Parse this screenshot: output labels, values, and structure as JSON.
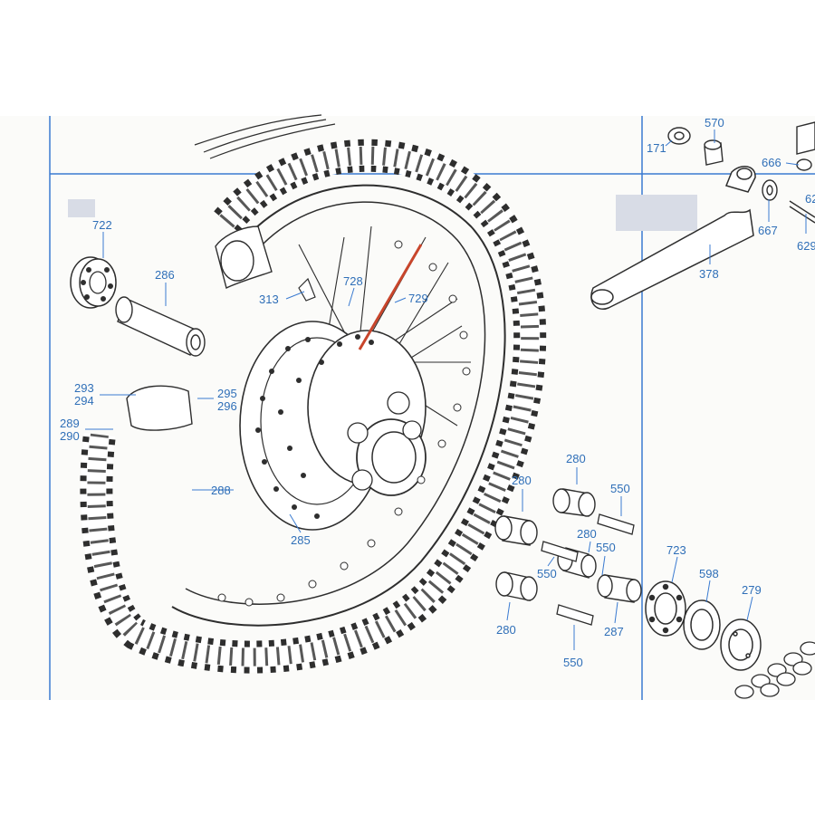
{
  "colors": {
    "label": "#2f6fb8",
    "frame": "#3b7bd1",
    "drawing": "#2e2e2e",
    "highlight": "#c8452b",
    "paper": "#fbfbf9"
  },
  "parts": {
    "p722": "722",
    "p286": "286",
    "p313": "313",
    "p728": "728",
    "p729": "729",
    "p293": "293",
    "p294": "294",
    "p295": "295",
    "p296": "296",
    "p289": "289",
    "p290": "290",
    "p288": "288",
    "p285": "285",
    "p171": "171",
    "p570": "570",
    "p666": "666",
    "p667": "667",
    "p62x": "62",
    "p629": "629",
    "p378": "378",
    "p280a": "280",
    "p280b": "280",
    "p280c": "280",
    "p280d": "280",
    "p550a": "550",
    "p550b": "550",
    "p550c": "550",
    "p550d": "550",
    "p723": "723",
    "p598": "598",
    "p279": "279",
    "p287": "287"
  }
}
